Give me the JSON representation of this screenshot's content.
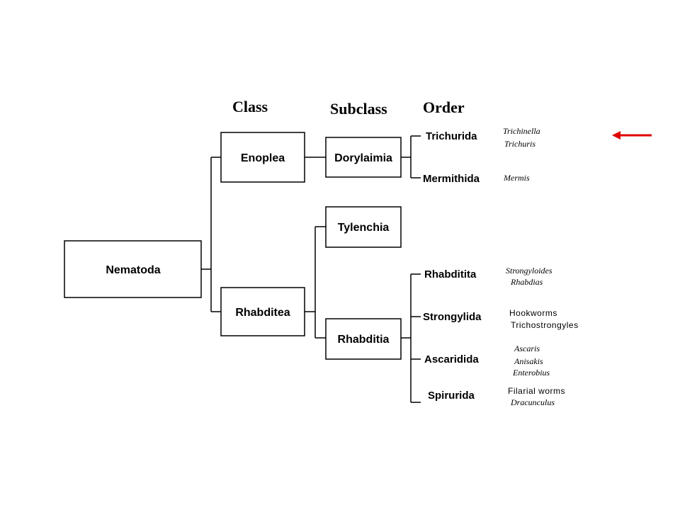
{
  "headers": {
    "class": "Class",
    "subclass": "Subclass",
    "order": "Order"
  },
  "phylum": "Nematoda",
  "classes": [
    "Enoplea",
    "Rhabditea"
  ],
  "subclasses": [
    "Dorylaimia",
    "Tylenchia",
    "Rhabditia"
  ],
  "orders": [
    "Trichurida",
    "Mermithida",
    "Rhabditita",
    "Strongylida",
    "Ascaridida",
    "Spirurida"
  ],
  "genera": {
    "trichurida": [
      "Trichinella",
      "Trichuris"
    ],
    "mermithida": [
      "Mermis"
    ],
    "rhabditita": [
      "Strongyloides",
      "Rhabdias"
    ],
    "strongylida": [
      "Hookworms",
      "Trichostrongyles"
    ],
    "ascaridida": [
      "Ascaris",
      "Anisakis",
      "Enterobius"
    ],
    "spirurida": [
      "Filarial worms",
      "Dracunculus"
    ]
  },
  "colors": {
    "arrow": "#e00000",
    "lines": "#000000"
  },
  "icons": {
    "highlight_arrow": "left-arrow-icon"
  }
}
